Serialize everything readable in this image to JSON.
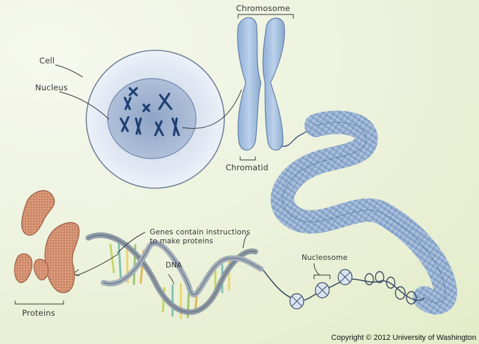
{
  "labels": {
    "cell": "Cell",
    "nucleus": "Nucleus",
    "chromosome": "Chromosome",
    "chromatid": "Chromatid",
    "genes": "Genes contain instructions",
    "genes_line2": "to make proteins",
    "dna": "DNA",
    "nucleosome": "Nucleosome",
    "proteins": "Proteins"
  },
  "copyright": "Copyright © 2012 University of Washington",
  "colors": {
    "background": "#e9efd6",
    "cell": "#dfe7f2",
    "nucleus": "#9fb3cf",
    "chromosome": "#9db8d8",
    "protein": "#d39070",
    "dna_backbone": "#8e9aa6"
  }
}
